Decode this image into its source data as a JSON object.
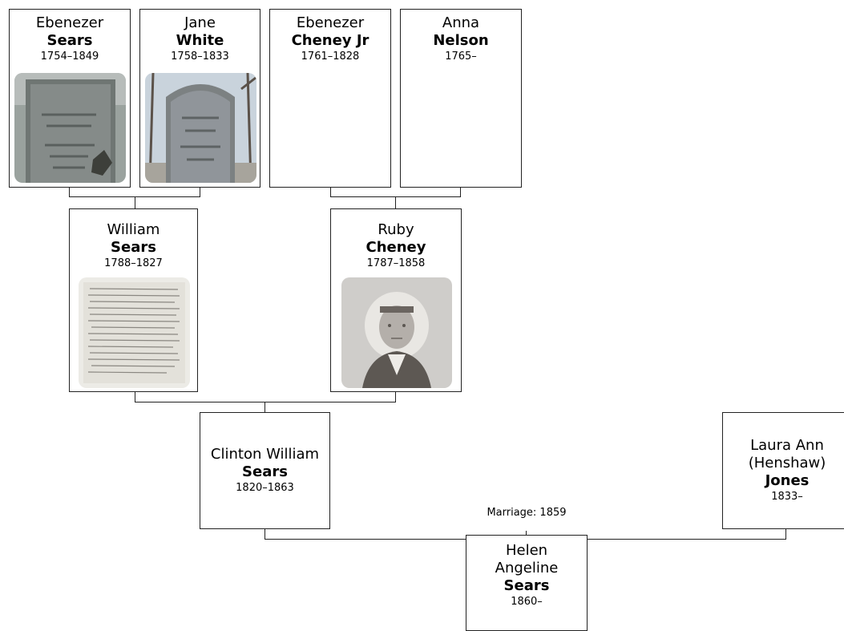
{
  "people": {
    "ebenezer_sears": {
      "given": "Ebenezer",
      "surname": "Sears",
      "dates": "1754–1849",
      "photo": "gravestone"
    },
    "jane_white": {
      "given": "Jane",
      "surname": "White",
      "dates": "1758–1833",
      "photo": "gravestone"
    },
    "ebenezer_cheney": {
      "given": "Ebenezer",
      "surname": "Cheney Jr",
      "dates": "1761–1828"
    },
    "anna_nelson": {
      "given": "Anna",
      "surname": "Nelson",
      "dates": "1765–"
    },
    "william_sears": {
      "given": "William",
      "surname": "Sears",
      "dates": "1788–1827",
      "photo": "handwritten-document"
    },
    "ruby_cheney": {
      "given": "Ruby",
      "surname": "Cheney",
      "dates": "1787–1858",
      "photo": "portrait"
    },
    "clinton_sears": {
      "given": "Clinton William",
      "surname": "Sears",
      "dates": "1820–1863"
    },
    "laura_jones": {
      "given_line1": "Laura Ann",
      "given_line2": "(Henshaw)",
      "surname": "Jones",
      "dates": "1833–"
    },
    "helen_sears": {
      "given_line1": "Helen",
      "given_line2": "Angeline",
      "surname": "Sears",
      "dates": "1860–"
    }
  },
  "marriage": {
    "label": "Marriage: 1859"
  }
}
